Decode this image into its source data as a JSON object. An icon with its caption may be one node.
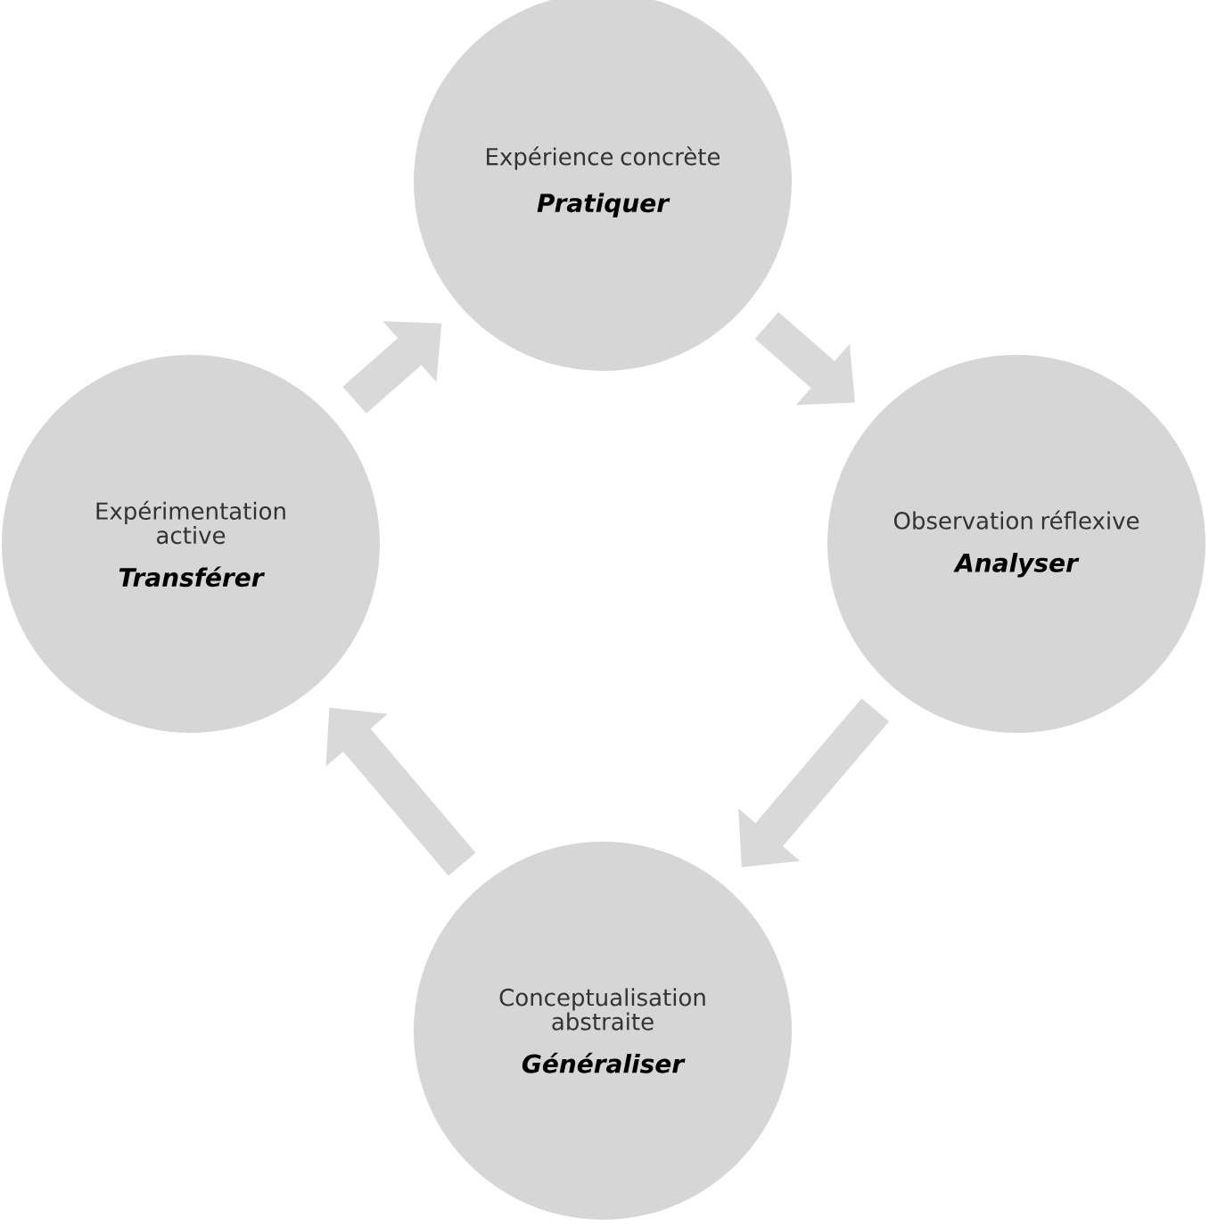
{
  "diagram": {
    "nodes": [
      {
        "text": [
          "Expérience concrète",
          "Pratiquer"
        ]
      },
      {
        "text": [
          "Observation réflexive",
          "Analyser"
        ]
      },
      {
        "text": [
          "Conceptualisation abstraite",
          "Généraliser"
        ]
      },
      {
        "text": [
          "Expérimentation active",
          "Transférer"
        ]
      }
    ],
    "edges": [
      {
        "from": 0,
        "to": 1,
        "arrow": "to"
      },
      {
        "from": 1,
        "to": 2,
        "arrow": "to"
      },
      {
        "from": 2,
        "to": 3,
        "arrow": "to"
      },
      {
        "from": 3,
        "to": 0,
        "arrow": "to"
      }
    ]
  }
}
